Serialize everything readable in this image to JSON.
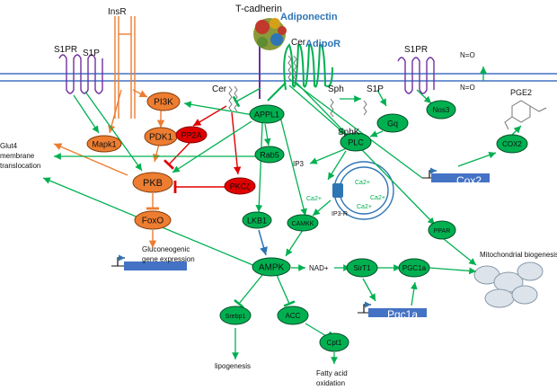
{
  "labels": {
    "tcadherin": "T-cadherin",
    "adiponectin": "Adiponectin",
    "adipor": "AdipoR",
    "insr": "InsR",
    "s1pr_left": "S1PR",
    "s1p_left": "S1P",
    "s1pr_right": "S1PR",
    "cer_top": "Cer",
    "cer_mid": "Cer",
    "sph": "Sph",
    "s1p_right": "S1P",
    "sphk": "SphK",
    "pge2": "PGE2",
    "glut4": "Glut4\nmembrane\ntranslocation",
    "ip3": "IP3",
    "ip3r": "IP3-R",
    "ca1": "Ca2+",
    "ca2": "Ca2+",
    "ca3": "Ca2+",
    "ca4": "Ca2+",
    "nad": "NAD+",
    "gluconeogenic": "Gluconeogenic\ngene expression",
    "mito": "Mitochondrial biogenesis",
    "lipogenesis": "lipogenesis",
    "fatty": "Fatty acid\noxidation",
    "no_top": "N=O",
    "no_bot": "N=O"
  },
  "nodes": {
    "pi3k": "PI3K",
    "pdk1": "PDK1",
    "pkb": "PKB",
    "foxo": "FoxO",
    "mapk1": "Mapk1",
    "pp2a": "PP2A",
    "pkcz": "PKCζ",
    "appl1": "APPL1",
    "rab5": "Rab5",
    "lkb1": "LKB1",
    "camkk": "CAMKK",
    "ampk": "AMPK",
    "srebp1": "Srebp1",
    "acc": "ACC",
    "cpt1": "Cpt1",
    "sirt1": "SirT1",
    "pgc1a_node": "PGC1a",
    "ppar": "PPAR",
    "plc": "PLC",
    "gq": "Gq",
    "nos3": "Nos3",
    "cox2_node": "COX2"
  },
  "genes": {
    "cox2": "Cox2",
    "pgc1a": "Pgc1a"
  },
  "colors": {
    "orange": "#ed7d31",
    "green": "#00b050",
    "red": "#e00000",
    "blue": "#2e75b6",
    "purple": "#7030a0",
    "membrane": "#4472c4"
  }
}
